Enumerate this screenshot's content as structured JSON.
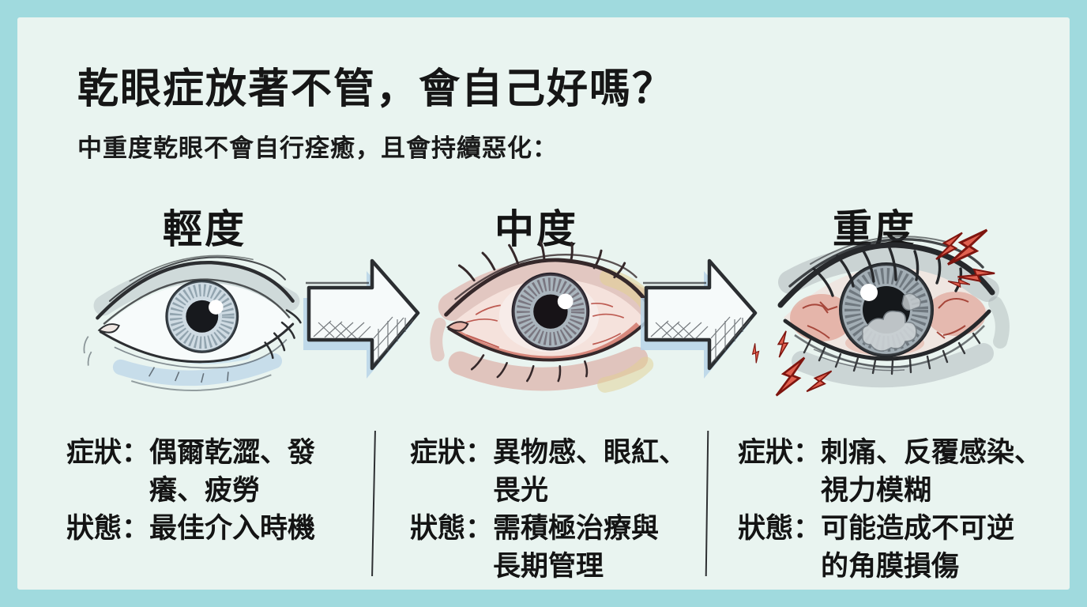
{
  "infographic": {
    "title": "乾眼症放著不管，會自己好嗎？",
    "subtitle": "中重度乾眼不會自行痊癒，且會持續惡化：",
    "stages": [
      {
        "label": "輕度",
        "illustration": "healthy-eye-sketch",
        "symptom_label": "症狀：",
        "symptom_lines": [
          "偶爾乾澀、發",
          "癢、疲勞"
        ],
        "status_label": "狀態：",
        "status_lines": [
          "最佳介入時機"
        ]
      },
      {
        "label": "中度",
        "illustration": "red-irritated-eye-sketch",
        "symptom_label": "症狀：",
        "symptom_lines": [
          "異物感、眼紅、",
          "畏光"
        ],
        "status_label": "狀態：",
        "status_lines": [
          "需積極治療與",
          "長期管理"
        ]
      },
      {
        "label": "重度",
        "illustration": "severely-damaged-eye-sketch-with-pain-bolts",
        "symptom_label": "症狀：",
        "symptom_lines": [
          "刺痛、反覆感染、",
          "視力模糊"
        ],
        "status_label": "狀態：",
        "status_lines": [
          "可能造成不可逆",
          "的角膜損傷"
        ]
      }
    ],
    "icons": {
      "progression_arrow": "hand-drawn-right-arrow",
      "pain_marks": "red-lightning-bolts"
    },
    "colors": {
      "frame_teal": "#a0dade",
      "panel_mint": "#e9f4f0",
      "heading_text": "#161616",
      "lightning_red": "#e0604f",
      "irritation_pink": "#db9a92",
      "healthy_blue": "#accbe6",
      "divider_dark": "#2e3033"
    }
  }
}
